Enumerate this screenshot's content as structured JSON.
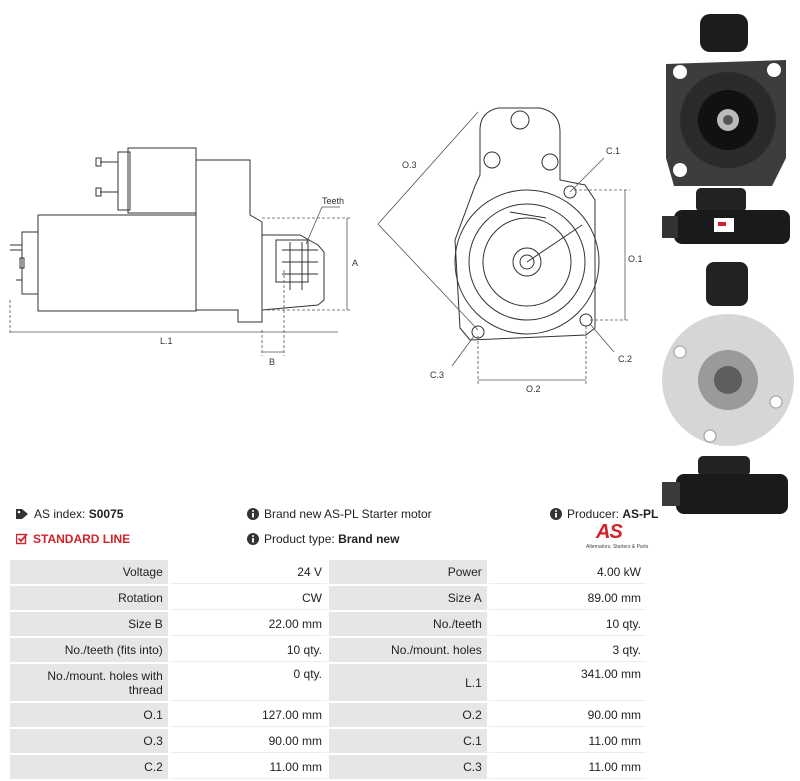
{
  "drawing": {
    "teeth_label": "Teeth",
    "dim_a": "A",
    "dim_b": "B",
    "dim_l1": "L.1",
    "dim_o1": "O.1",
    "dim_o2": "O.2",
    "dim_o3": "O.3",
    "dim_c1": "C.1",
    "dim_c2": "C.2",
    "dim_c3": "C.3"
  },
  "info": {
    "as_index_label": "AS index:",
    "as_index_value": "S0075",
    "line_label": "STANDARD LINE",
    "description": "Brand new AS-PL Starter motor",
    "product_type_label": "Product type:",
    "product_type_value": "Brand new",
    "producer_label": "Producer:",
    "producer_value": "AS-PL"
  },
  "logo": {
    "mark": "AS",
    "tagline": "Alternators, Starters & Parts"
  },
  "specs": [
    {
      "l1": "Voltage",
      "v1": "24 V",
      "l2": "Power",
      "v2": "4.00 kW"
    },
    {
      "l1": "Rotation",
      "v1": "CW",
      "l2": "Size A",
      "v2": "89.00 mm"
    },
    {
      "l1": "Size B",
      "v1": "22.00 mm",
      "l2": "No./teeth",
      "v2": "10 qty."
    },
    {
      "l1": "No./teeth (fits into)",
      "v1": "10 qty.",
      "l2": "No./mount. holes",
      "v2": "3 qty."
    },
    {
      "l1": "No./mount. holes with thread",
      "v1": "0 qty.",
      "l2": "L.1",
      "v2": "341.00 mm"
    },
    {
      "l1": "O.1",
      "v1": "127.00 mm",
      "l2": "O.2",
      "v2": "90.00 mm"
    },
    {
      "l1": "O.3",
      "v1": "90.00 mm",
      "l2": "C.1",
      "v2": "11.00 mm"
    },
    {
      "l1": "C.2",
      "v1": "11.00 mm",
      "l2": "C.3",
      "v2": "11.00 mm"
    }
  ],
  "colors": {
    "accent_red": "#d0232a",
    "label_cell": "#e6e6e6",
    "housing_black": "#1c1c1c"
  }
}
